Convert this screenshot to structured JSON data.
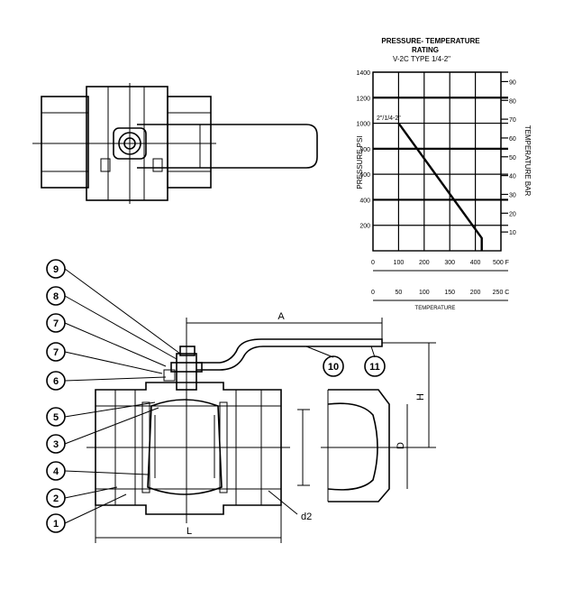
{
  "chart_data": {
    "type": "line",
    "title": "PRESSURE- TEMPERATURE",
    "title_line2": "RATING",
    "subtitle": "V-2C  TYPE  1/4-2\"",
    "ylabel": "PRESSURE PSI",
    "y2label": "TEMPERATURE  BAR",
    "xlabel": "TEMPERATURE",
    "ylim": [
      0,
      1400
    ],
    "y2lim": [
      0,
      95
    ],
    "xlim": [
      0,
      500
    ],
    "yticks": [
      "1400",
      "1200",
      "1000",
      "800",
      "600",
      "400",
      "200"
    ],
    "y2ticks": [
      "90",
      "80",
      "70",
      "60",
      "50",
      "40",
      "30",
      "20",
      "10"
    ],
    "xticks_f": [
      "0",
      "100",
      "200",
      "300",
      "400",
      "500 F"
    ],
    "xticks_c": [
      "0",
      "50",
      "100",
      "150",
      "200",
      "250 C"
    ],
    "annotation": "2\"/1/4-2\"",
    "grid": true,
    "series": [
      {
        "x": [
          100,
          425,
          425
        ],
        "y": [
          1000,
          100,
          0
        ]
      }
    ]
  },
  "callouts": [
    "9",
    "8",
    "7",
    "7",
    "6",
    "5",
    "3",
    "4",
    "2",
    "1",
    "10",
    "11"
  ],
  "dimensions": {
    "A": "A",
    "H": "H",
    "D": "D",
    "L": "L",
    "d2": "d2"
  }
}
